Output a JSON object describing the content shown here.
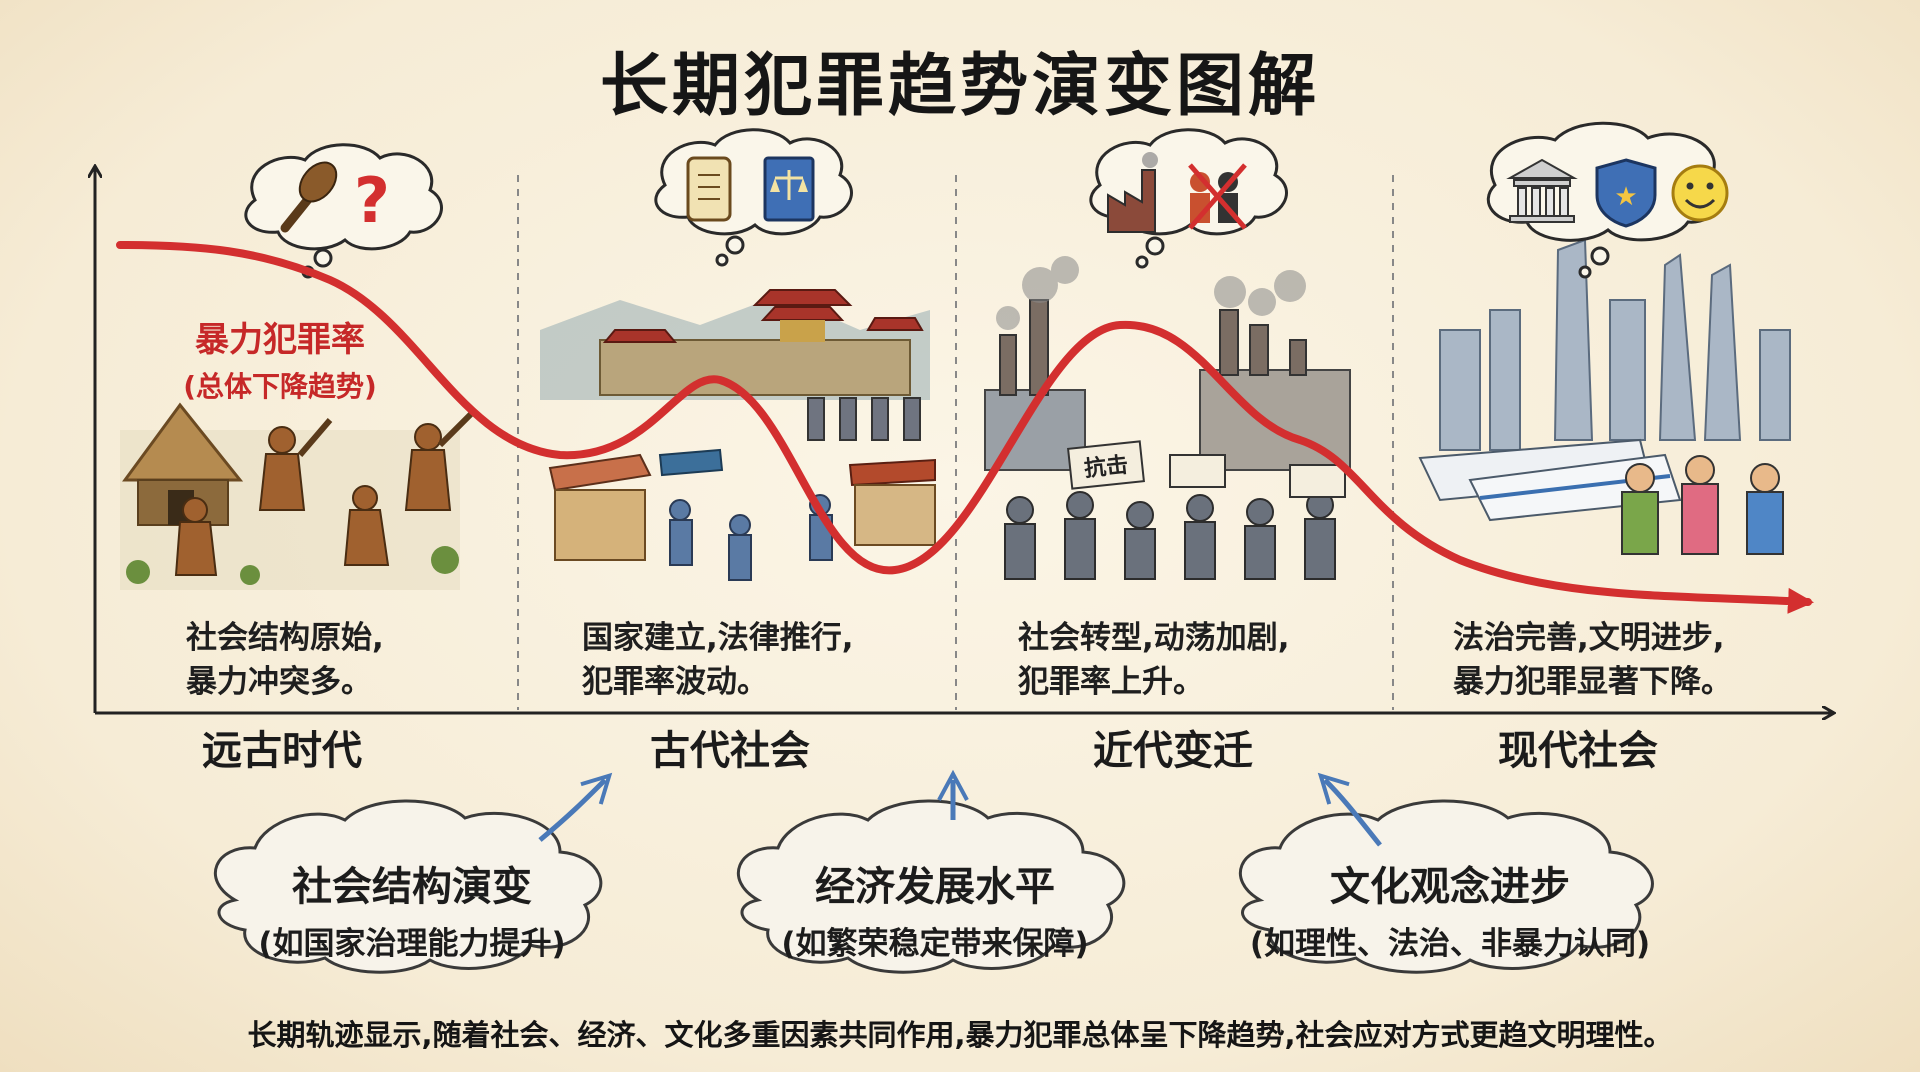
{
  "title": "长期犯罪趋势演变图解",
  "trend": {
    "label": "暴力犯罪率",
    "sublabel": "(总体下降趋势)",
    "color": "#d32f2f"
  },
  "eras": [
    {
      "label": "远古时代",
      "desc": [
        "社会结构原始,",
        "暴力冲突多。"
      ],
      "icons": [
        "club-icon",
        "question-mark-icon"
      ]
    },
    {
      "label": "古代社会",
      "desc": [
        "国家建立,法律推行,",
        "犯罪率波动。"
      ],
      "icons": [
        "scroll-icon",
        "law-book-icon"
      ]
    },
    {
      "label": "近代变迁",
      "desc": [
        "社会转型,动荡加剧,",
        "犯罪率上升。"
      ],
      "icons": [
        "factory-icon",
        "riot-icon"
      ]
    },
    {
      "label": "现代社会",
      "desc": [
        "法治完善,文明进步,",
        "暴力犯罪显著下降。"
      ],
      "icons": [
        "courthouse-icon",
        "police-badge-icon",
        "smiley-icon"
      ]
    }
  ],
  "protest_sign": "抗击",
  "factors": [
    {
      "title": "社会结构演变",
      "subtitle": "(如国家治理能力提升)"
    },
    {
      "title": "经济发展水平",
      "subtitle": "(如繁荣稳定带来保障)"
    },
    {
      "title": "文化观念进步",
      "subtitle": "(如理性、法治、非暴力认同)"
    }
  ],
  "footer": "长期轨迹显示,随着社会、经济、文化多重因素共同作用,暴力犯罪总体呈下降趋势,社会应对方式更趋文明理性。"
}
